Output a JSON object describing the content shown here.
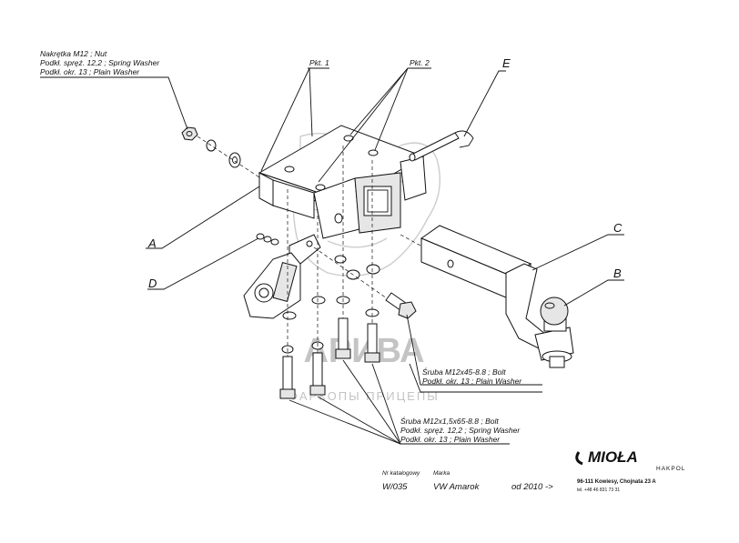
{
  "callouts": {
    "nut": [
      "Nakrętka  M12 ; Nut",
      "Podkł. spręż. 12,2 ; Spring Washer",
      "Podkł. okr. 13 ; Plain Washer"
    ],
    "pkt1": "Pkt. 1",
    "pkt2": "Pkt. 2",
    "letter_a": "A",
    "letter_b": "B",
    "letter_c": "C",
    "letter_d": "D",
    "letter_e": "E",
    "bolt45": [
      "Śruba M12x45-8.8 ;  Bolt",
      "Podkł. okr. 13 ; Plain Washer"
    ],
    "bolt65": [
      "Śruba M12x1,5x65-8.8 ;  Bolt",
      "Podkł. spręż. 12,2 ; Spring Washer",
      "Podkł. okr. 13 ; Plain Washer"
    ]
  },
  "watermark": {
    "title": "АРИВА",
    "subtitle": "ФАРКОПЫ ПРИЦЕПЫ"
  },
  "footer": {
    "catalog_label": "Nr katalogowy",
    "catalog_value": "W/035",
    "make_label": "Marka",
    "make_value": "VW Amarok",
    "year_value": "od 2010 ->",
    "brand_name": "MIOŁA",
    "brand_sub": "HAKPOL",
    "address": "96-111 Kowiesy, Chojnata 23 A",
    "phone": "tel. +48 46 831 73 31"
  }
}
